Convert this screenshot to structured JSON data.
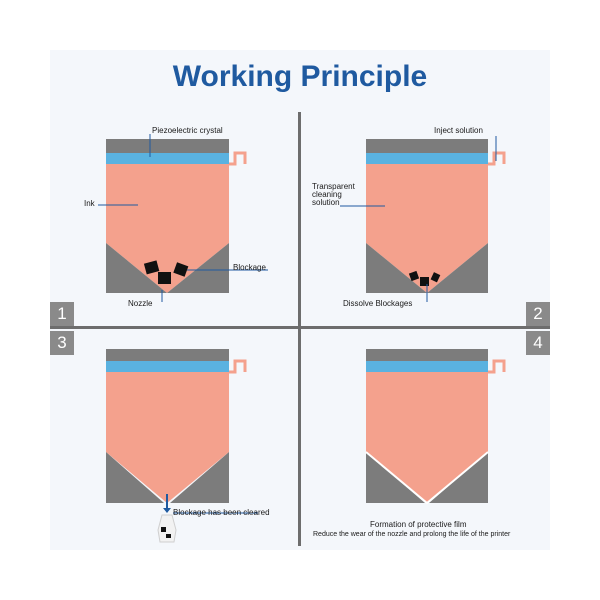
{
  "title": "Working Principle",
  "panels": [
    {
      "number": "1",
      "labels": {
        "crystal": "Piezoelectric crystal",
        "ink": "Ink",
        "blockage": "Blockage",
        "nozzle": "Nozzle"
      }
    },
    {
      "number": "2",
      "labels": {
        "inject": "Inject solution",
        "solution_line1": "Transparent",
        "solution_line2": "cleaning",
        "solution_line3": "solution",
        "dissolve": "Dissolve Blockages"
      }
    },
    {
      "number": "3",
      "labels": {
        "cleared": "Blockage has been cleared"
      }
    },
    {
      "number": "4",
      "labels": {
        "film": "Formation of protective film",
        "reduce": "Reduce the wear of the nozzle and prolong the life of the printer"
      }
    }
  ],
  "colors": {
    "ink": "#f4a18d",
    "crystal": "#5ab2e0",
    "gray": "#7c7c7c",
    "title": "#1f5aa0",
    "line": "#1f5aa0"
  }
}
